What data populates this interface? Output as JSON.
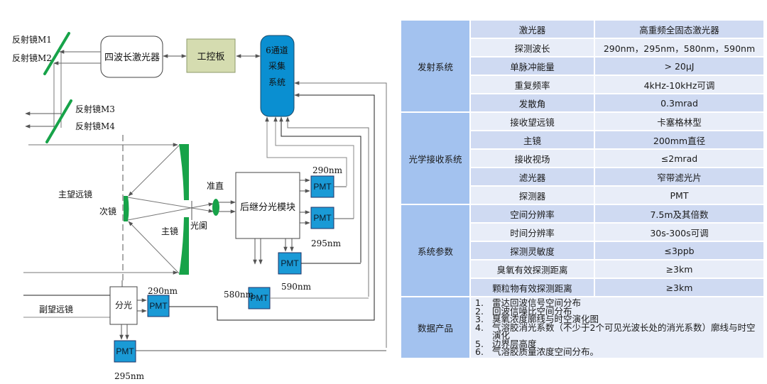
{
  "diagram": {
    "mirrors": [
      "反射镜M1",
      "反射镜M2",
      "反射镜M3",
      "反射镜M4"
    ],
    "laser": "四波长激光器",
    "control_board": "工控板",
    "acquisition": [
      "6通道",
      "采集",
      "系统"
    ],
    "main_telescope": "主望远镜",
    "secondary_mirror": "次镜",
    "primary_mirror": "主镜",
    "aperture": "光阑",
    "collimator": "准直",
    "relay_module": "后继分光模块",
    "aux_telescope": "副望远镜",
    "splitter": "分光",
    "pmt_label": "PMT",
    "wavelengths": {
      "main_290": "290nm",
      "main_295": "295nm",
      "main_590": "590nm",
      "main_580": "580nm",
      "aux_290": "290nm",
      "aux_295": "295nm"
    },
    "colors": {
      "mirror_green": "#17a349",
      "acquisition_blue": "#0a8fd1",
      "pmt_blue": "#1a9ad6",
      "board_olive": "#d5dcb0"
    }
  },
  "table": {
    "groups": [
      {
        "name": "发射系统",
        "rows": [
          {
            "key": "激光器",
            "value": "高重频全固态激光器"
          },
          {
            "key": "探测波长",
            "value": "290nm，295nm，580nm，590nm"
          },
          {
            "key": "单脉冲能量",
            "value": "> 20μJ"
          },
          {
            "key": "重复频率",
            "value": "4kHz-10kHz可调"
          },
          {
            "key": "发散角",
            "value": "0.3mrad"
          }
        ]
      },
      {
        "name": "光学接收系统",
        "rows": [
          {
            "key": "接收望远镜",
            "value": "卡塞格林型"
          },
          {
            "key": "主镜",
            "value": "200mm直径"
          },
          {
            "key": "接收视场",
            "value": "≤2mrad"
          },
          {
            "key": "滤光器",
            "value": "窄带滤光片"
          },
          {
            "key": "探测器",
            "value": "PMT"
          }
        ]
      },
      {
        "name": "系统参数",
        "rows": [
          {
            "key": "空间分辨率",
            "value": "7.5m及其倍数"
          },
          {
            "key": "时间分辨率",
            "value": "30s-300s可调"
          },
          {
            "key": "探测灵敏度",
            "value": "≤3ppb"
          },
          {
            "key": "臭氧有效探测距离",
            "value": "≥3km"
          },
          {
            "key": "颗粒物有效探测距离",
            "value": "≥3km"
          }
        ]
      }
    ],
    "products": {
      "name": "数据产品",
      "items": [
        {
          "num": "1.",
          "text": "雷达回波信号空间分布"
        },
        {
          "num": "2.",
          "text": "回波信噪比空间分布"
        },
        {
          "num": "3.",
          "text": "臭氧浓度廓线与时空演化图"
        },
        {
          "num": "4.",
          "text": "气溶胶消光系数（不少于2个可见光波长处的消光系数）廓线与时空演化"
        },
        {
          "num": "5.",
          "text": "边界层高度"
        },
        {
          "num": "6.",
          "text": "气溶胶质量浓度空间分布。"
        }
      ]
    }
  }
}
